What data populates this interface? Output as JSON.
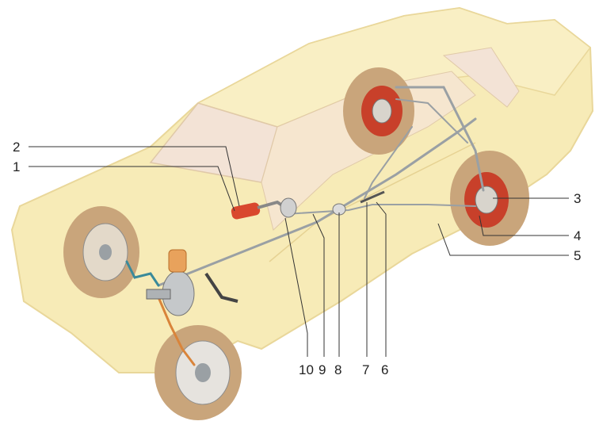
{
  "diagram": {
    "subject": "car-brake-system",
    "labels": [
      "1",
      "2",
      "3",
      "4",
      "5",
      "6",
      "7",
      "8",
      "9",
      "10"
    ],
    "colors": {
      "body": "#f7ebb7",
      "body_edge": "#e9d79a",
      "window": "#f3e3d6",
      "tire": "#c9a57b",
      "drum": "#c8402a",
      "pipe": "#9aa0a4",
      "pipe_blue": "#3a8a9a",
      "pipe_orange": "#d9843a",
      "handle": "#d9482e"
    }
  }
}
